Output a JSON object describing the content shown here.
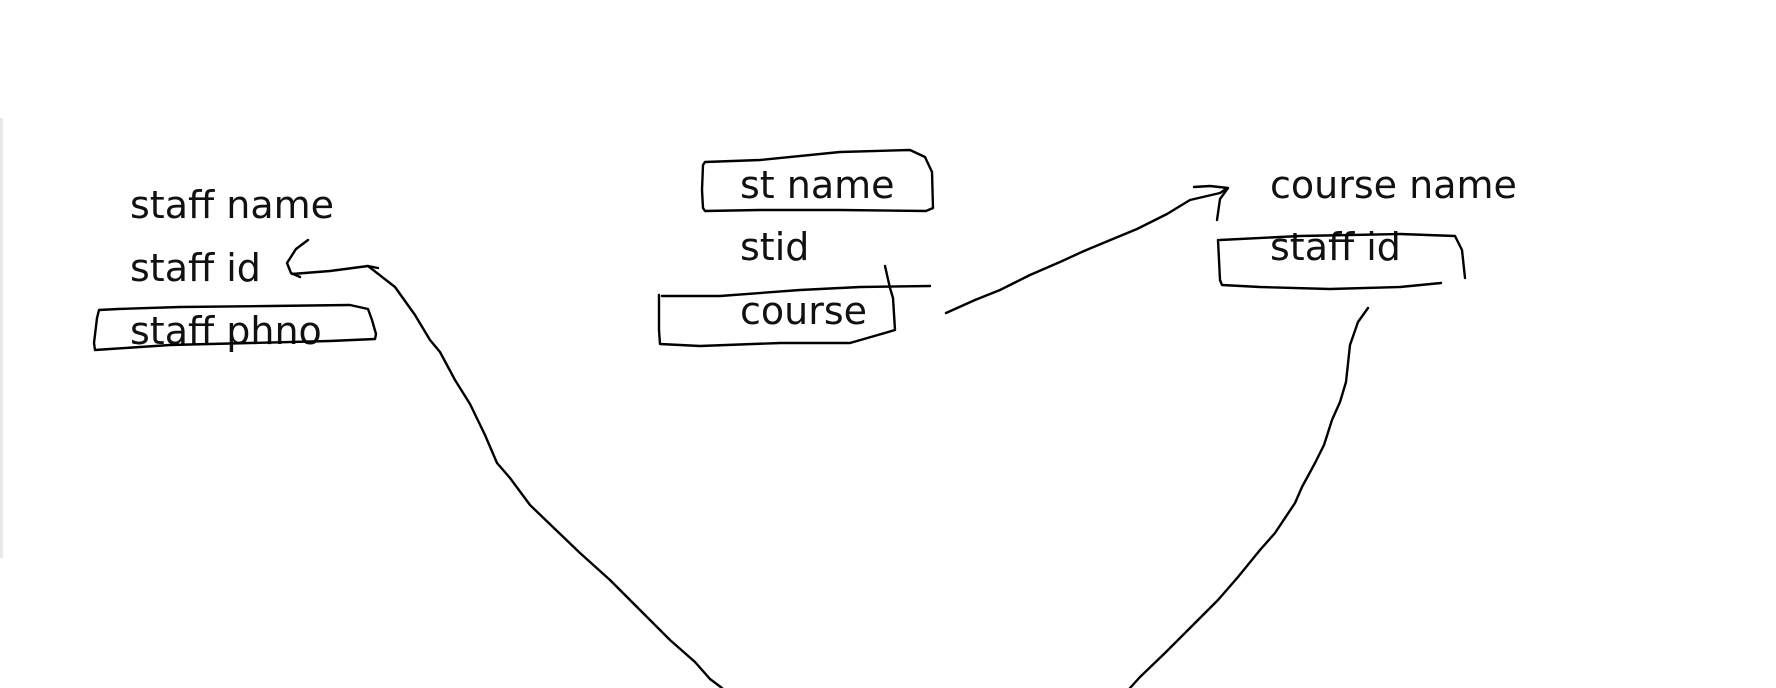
{
  "entities": [
    {
      "id": "staff",
      "fields": [
        "staff name",
        "staff id",
        "staff phno"
      ]
    },
    {
      "id": "student",
      "fields": [
        "st name",
        "stid",
        "course"
      ]
    },
    {
      "id": "course",
      "fields": [
        "course name",
        "staff id"
      ]
    }
  ],
  "colors": {
    "ink": "#000000",
    "text": "#111111",
    "background": "#ffffff"
  }
}
